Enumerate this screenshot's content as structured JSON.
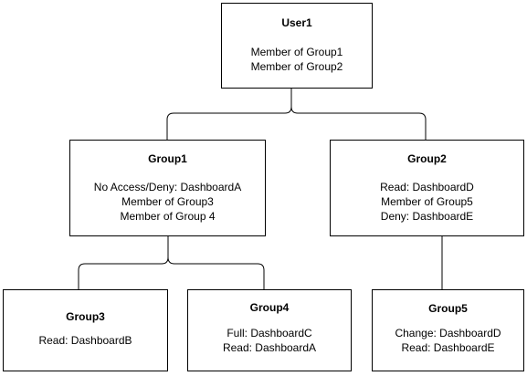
{
  "nodes": {
    "user1": {
      "title": "User1",
      "lines": [
        "Member of Group1",
        "Member of Group2"
      ]
    },
    "group1": {
      "title": "Group1",
      "lines": [
        "No Access/Deny: DashboardA",
        "Member of Group3",
        "Member of Group 4"
      ]
    },
    "group2": {
      "title": "Group2",
      "lines": [
        "Read: DashboardD",
        "Member of Group5",
        "Deny: DashboardE"
      ]
    },
    "group3": {
      "title": "Group3",
      "lines": [
        "Read: DashboardB"
      ]
    },
    "group4": {
      "title": "Group4",
      "lines": [
        "Full: DashboardC",
        "Read: DashboardA"
      ]
    },
    "group5": {
      "title": "Group5",
      "lines": [
        "Change: DashboardD",
        "Read: DashboardE"
      ]
    }
  },
  "colors": {
    "line": "#000000",
    "box_border": "#000000",
    "background": "#ffffff"
  }
}
